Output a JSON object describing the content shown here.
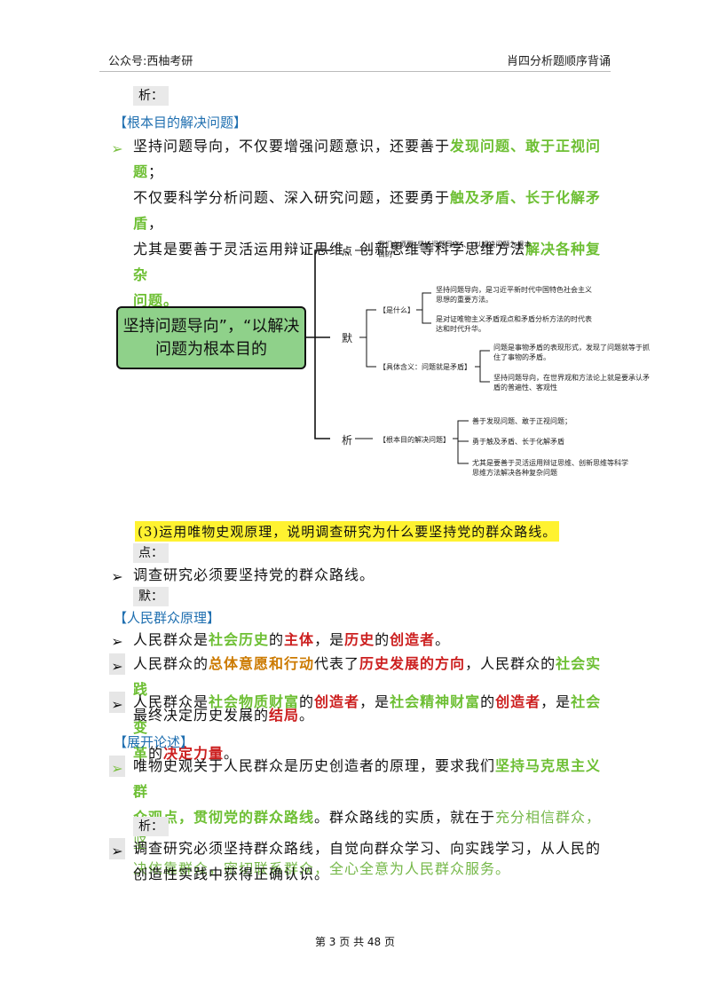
{
  "header": {
    "left": "公众号:西柚考研",
    "right": "肖四分析题顺序背诵"
  },
  "labels": {
    "xi1": "析：",
    "dian": "点：",
    "mo": "默：",
    "xi2": "析："
  },
  "sections": {
    "s1": "【根本目的解决问题】",
    "s2": "【人民群众原理】",
    "s3": "【展开论述】"
  },
  "para1": {
    "a": "坚持问题导向，不仅要增强问题意识，还要善于",
    "b": "发现问题、敢于正视问题",
    "c": "；",
    "d": "不仅要科学分析问题、深入研究问题，还要勇于",
    "e": "触及矛盾、长于化解矛盾",
    "f": "，",
    "g": "尤其是要善于灵活运用辩证思维、创新思维等科学思维方法",
    "h": "解决各种复杂",
    "i": "问题。"
  },
  "mindmap": {
    "center": "坚持问题导向”，“以解决问题为根本目的",
    "dian": "点",
    "mo": "默",
    "xi": "析",
    "dian_text": "我们必须要“坚持问题导向”、“以解决问题为根本目的”",
    "shi": "【是什么】",
    "shi1": "坚持问题导向，是习近平新时代中国特色社会主义思想的重要方法。",
    "shi2": "是对证唯物主义矛盾观点和矛盾分析方法的时代表达和时代升华。",
    "hanyi": "【具体含义：问题就是矛盾】",
    "hanyi1": "问题是事物矛盾的表现形式，发现了问题就等于抓住了事物的矛盾。",
    "hanyi2": "坚持问题导向，在世界观和方法论上就是要承认矛盾的普遍性、客观性",
    "genben": "【根本目的解决问题】",
    "gb1": "善于发现问题、敢于正视问题；",
    "gb2": "勇于触及矛盾、长于化解矛盾",
    "gb3": "尤其是要善于灵活运用辩证思维、创新思维等科学思维方法解决各种复杂问题"
  },
  "question": "(3)运用唯物史观原理，说明调查研究为什么要坚持党的群众路线。",
  "dian_line": "调查研究必须要坚持党的群众路线。",
  "p2": {
    "a": "人民群众是",
    "b": "社会历史",
    "c": "的",
    "d": "主体",
    "e": "，是",
    "f": "历史",
    "g": "的",
    "h": "创造者",
    "i": "。"
  },
  "p3": {
    "a": "人民群众的",
    "b": "总体意愿和行动",
    "c": "代表了",
    "d": "历史发展的方向",
    "e": "，人民群众的",
    "f": "社会实践",
    "g": "最终决定历史发展的",
    "h": "结局",
    "i": "。"
  },
  "p4": {
    "a": "人民群众是",
    "b": "社会物质财富",
    "c": "的",
    "d": "创造者",
    "e": "，是",
    "f": "社会精神财富",
    "g": "的",
    "h": "创造者",
    "i": "，是",
    "j": "社会变",
    "k": "革",
    "l": "的",
    "m": "决定力量",
    "n": "。"
  },
  "p5": {
    "a": "唯物史观关于人民群众是历史创造者的原理，要求我们",
    "b": "坚持马克思主义群",
    "c": "众观点，贯彻党的群众路线",
    "d": "。群众路线的实质，就在于",
    "e": "充分相信群众，坚",
    "f": "决依靠群众，密切联系群众，全心全意为人民群众服务。"
  },
  "p6": "调查研究必须坚持群众路线，自觉向群众学习、向实践学习，从人民的创造性实践中获得正确认识。",
  "footer": {
    "a": "第",
    "page": "3",
    "b": "页 共",
    "total": "48",
    "c": "页"
  }
}
